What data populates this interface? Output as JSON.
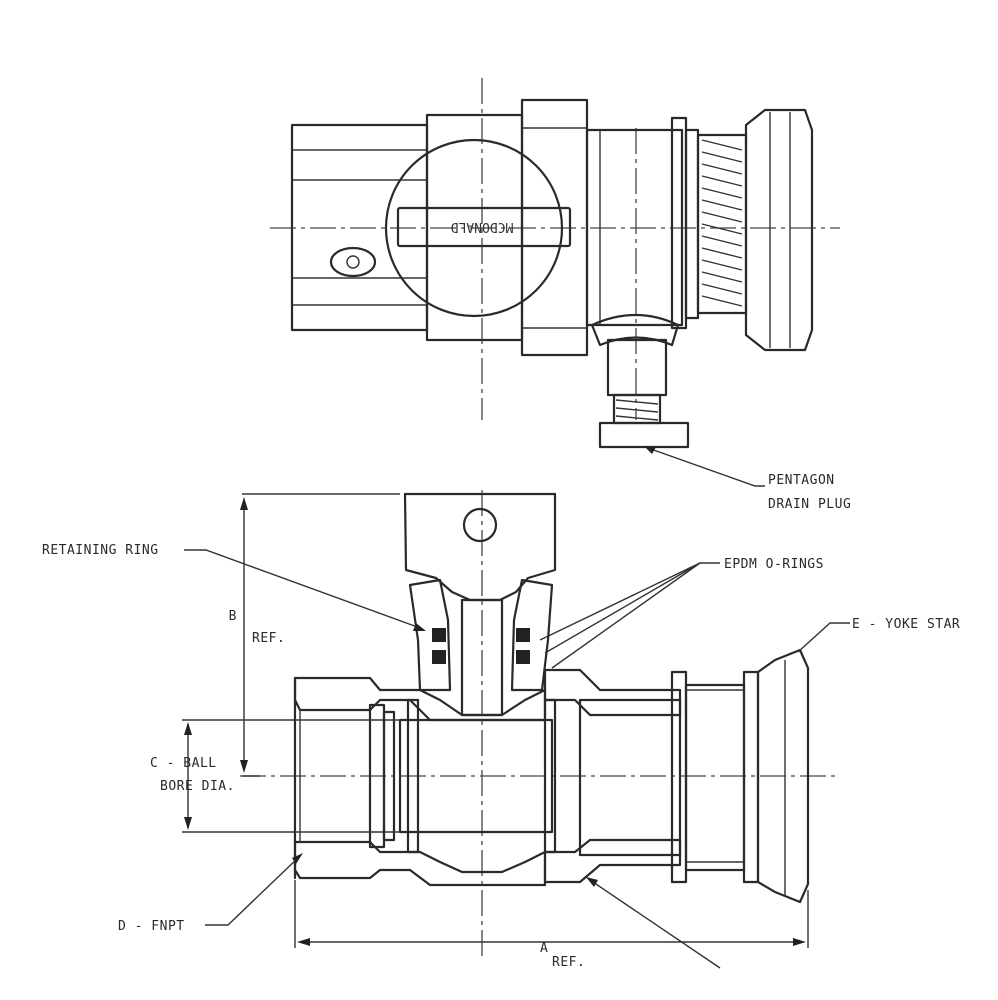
{
  "callouts": {
    "pentagon_drain_plug_line1": "PENTAGON",
    "pentagon_drain_plug_line2": "DRAIN PLUG",
    "retaining_ring": "RETAINING RING",
    "epdm_o_rings": "EPDM O-RINGS",
    "yoke_star": "E - YOKE STAR",
    "b_ref_letter": "B",
    "b_ref_word": "REF.",
    "c_ball_line1": "C - BALL",
    "c_ball_line2": "BORE DIA.",
    "d_fnpt": "D - FNPT",
    "a_ref_letter": "A",
    "a_ref_word": "REF."
  },
  "engraving": {
    "handle_text": "MCDONALD"
  }
}
